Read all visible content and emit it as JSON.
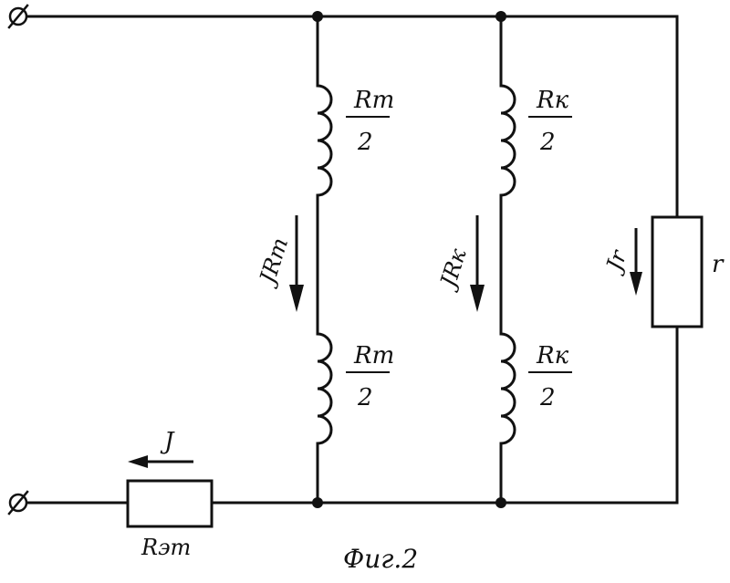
{
  "circuit": {
    "branch_t_top": {
      "numerator": "Rт",
      "denominator": "2"
    },
    "branch_t_bottom": {
      "numerator": "Rт",
      "denominator": "2"
    },
    "branch_k_top": {
      "numerator": "Rк",
      "denominator": "2"
    },
    "branch_k_bottom": {
      "numerator": "Rк",
      "denominator": "2"
    },
    "current_rt": "JRт",
    "current_rk": "JRк",
    "current_r": "Jr",
    "resistor_r": "r",
    "current_main": "J",
    "resistor_et": "Rэт"
  },
  "caption": "Фиг.2"
}
